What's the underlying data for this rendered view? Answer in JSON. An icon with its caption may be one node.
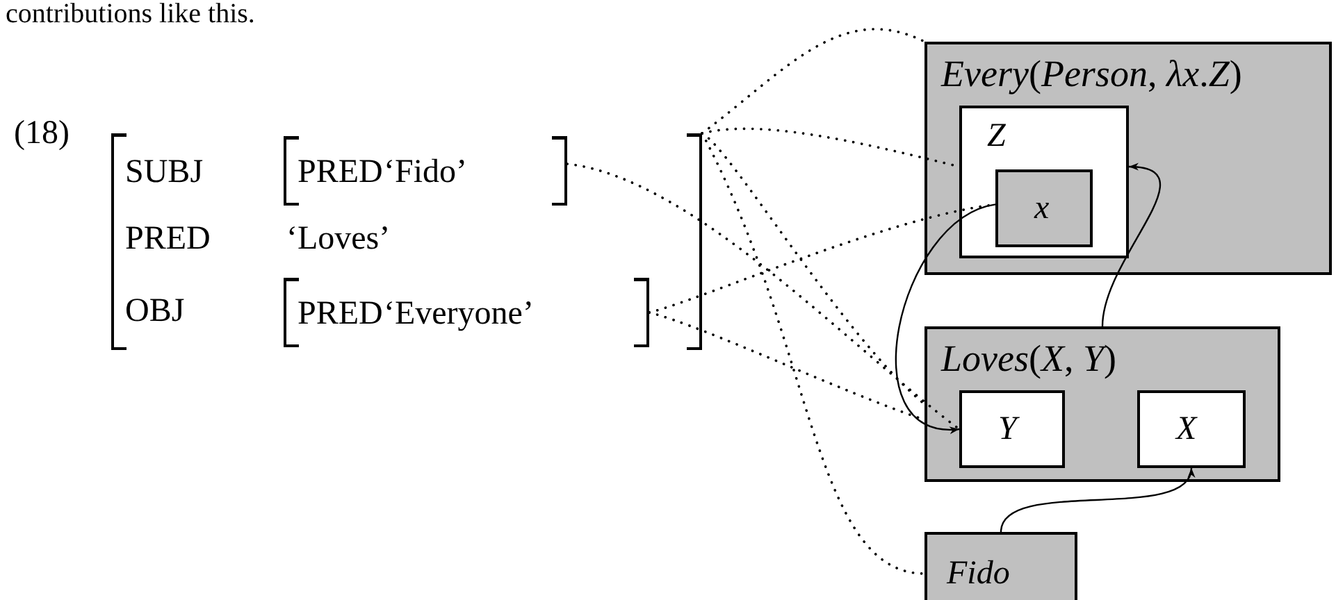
{
  "diagram": {
    "nodes": [
      {
        "text": [
          "SUBJ",
          "PRED",
          "‘Loves’",
          "OBJ"
        ]
      },
      {
        "text": [
          "PRED",
          "‘Fido’"
        ],
        "in": 0
      },
      {
        "text": [
          "PRED",
          "‘Everyone’"
        ],
        "in": 0
      },
      {
        "text": [
          "*Every*(*Person*, *λx*.*Z*)"
        ]
      },
      {
        "text": [
          "Z"
        ],
        "in": 3
      },
      {
        "text": [
          "x"
        ],
        "in": 4
      },
      {
        "text": [
          "*Loves*(*X*, *Y*)"
        ]
      },
      {
        "text": [
          "Y"
        ],
        "in": 6
      },
      {
        "text": [
          "X"
        ],
        "in": 6
      },
      {
        "text": [
          "Fido"
        ]
      }
    ],
    "edges": [
      {
        "from": 0,
        "to": 3,
        "arrow": "none",
        "style": "dashed"
      },
      {
        "from": 0,
        "to": 4,
        "arrow": "none",
        "style": "dashed"
      },
      {
        "from": 0,
        "to": 6,
        "arrow": "none",
        "style": "dashed"
      },
      {
        "from": 0,
        "to": 9,
        "arrow": "none",
        "style": "dashed"
      },
      {
        "from": 1,
        "to": 7,
        "arrow": "none",
        "style": "dashed"
      },
      {
        "from": 2,
        "to": 5,
        "arrow": "none",
        "style": "dashed"
      },
      {
        "from": 2,
        "to": 6,
        "arrow": "none",
        "style": "dashed"
      },
      {
        "from": 5,
        "to": 7,
        "arrow": "to"
      },
      {
        "from": 6,
        "to": 4,
        "arrow": "to"
      },
      {
        "from": 9,
        "to": 8,
        "arrow": "to"
      }
    ],
    "labels": [
      "contributions like this.",
      "(18)"
    ]
  }
}
